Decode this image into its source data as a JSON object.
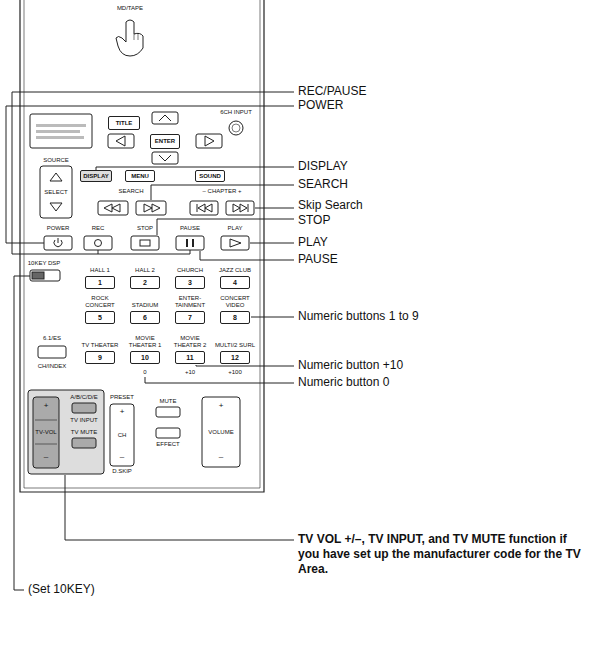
{
  "diagram": {
    "nodes": [
      {
        "text": [
          "TITLE"
        ]
      },
      {
        "text": [
          "ENTER"
        ]
      },
      {
        "text": [
          "DISPLAY"
        ]
      },
      {
        "text": [
          "MENU"
        ]
      },
      {
        "text": [
          "SOUND"
        ]
      },
      {
        "text": [
          "HALL 1",
          "1"
        ]
      },
      {
        "text": [
          "HALL 2",
          "2"
        ]
      },
      {
        "text": [
          "CHURCH",
          "3"
        ]
      },
      {
        "text": [
          "JAZZ CLUB",
          "4"
        ]
      },
      {
        "text": [
          "ROCK CONCERT",
          "5"
        ]
      },
      {
        "text": [
          "STADIUM",
          "6"
        ]
      },
      {
        "text": [
          "ENTER- TAINMENT",
          "7"
        ]
      },
      {
        "text": [
          "CONCERT VIDEO",
          "8"
        ]
      },
      {
        "text": [
          "TV THEATER",
          "9"
        ]
      },
      {
        "text": [
          "MOVIE THEATER 1",
          "10"
        ]
      },
      {
        "text": [
          "MOVIE THEATER 2",
          "11"
        ]
      },
      {
        "text": [
          "MULTI/2 SURL",
          "12"
        ]
      }
    ],
    "labels": [
      "MD/TAPE",
      "6CH INPUT",
      "SOURCE",
      "SELECT",
      "SEARCH",
      "– CHAPTER +",
      "POWER",
      "REC",
      "STOP",
      "PAUSE",
      "PLAY",
      "10KEY DSP",
      "6.1/ES",
      "CH/INDEX",
      "0",
      "+10",
      "+100",
      "A/B/C/D/E",
      "TV INPUT",
      "TV MUTE",
      "+",
      "TV-VOL",
      "–",
      "PRESET",
      "+",
      "CH",
      "–",
      "D.SKIP",
      "MUTE",
      "EFFECT",
      "+",
      "VOLUME",
      "–",
      "REC/PAUSE",
      "POWER",
      "DISPLAY",
      "SEARCH",
      "Skip Search",
      "STOP",
      "PLAY",
      "PAUSE",
      "Numeric buttons 1 to 9",
      "Numeric button +10",
      "Numeric button 0",
      "TV VOL +/–, TV INPUT, and TV MUTE function if you have set up the manufacturer code for the TV Area.",
      "(Set 10KEY)"
    ]
  }
}
